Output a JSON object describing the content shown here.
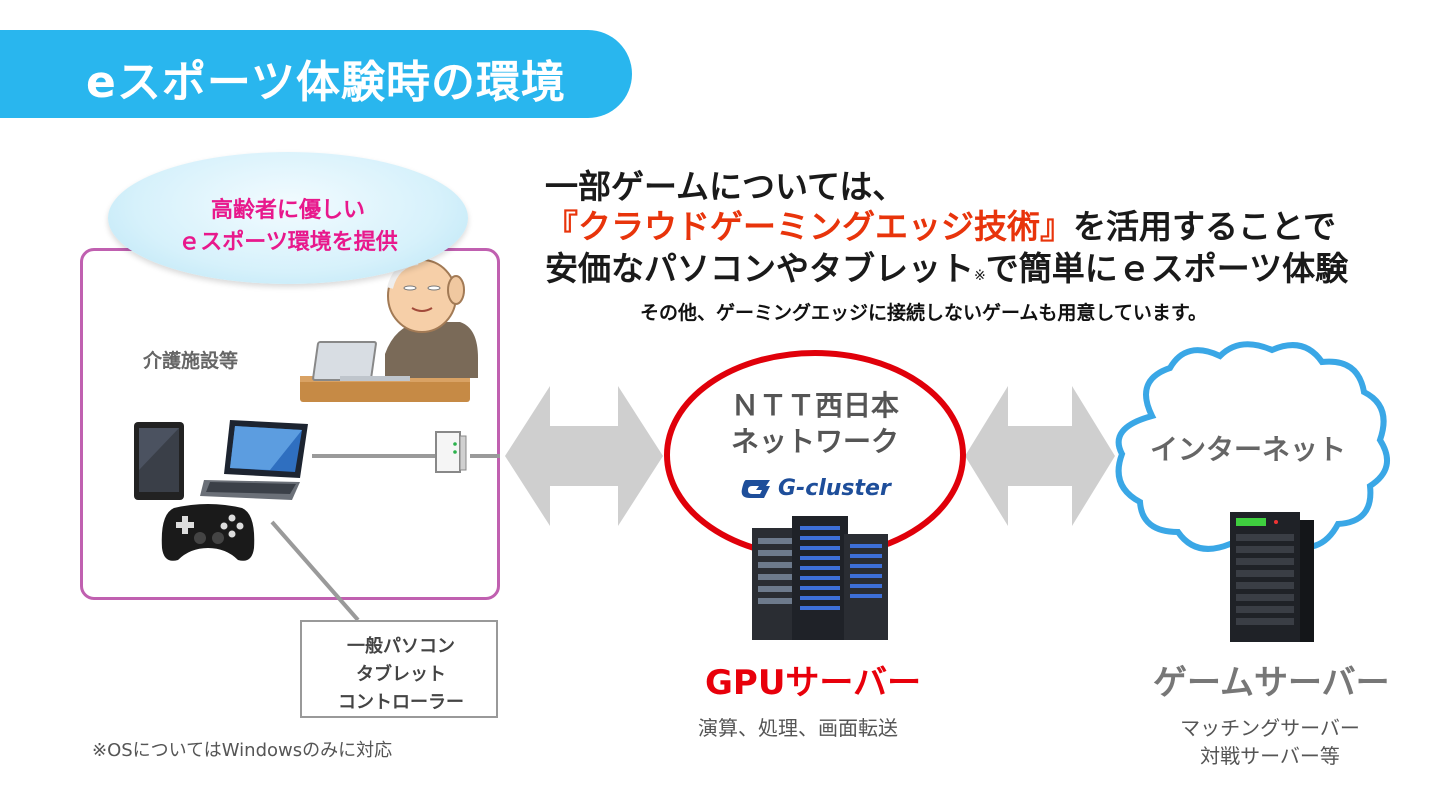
{
  "title": "eスポーツ体験時の環境",
  "headline": {
    "line1": "一部ゲームについては、",
    "line2_highlight": "『クラウドゲーミングエッジ技術』",
    "line2_rest": "を活用することで",
    "line3_a": "安価なパソコンやタブレット",
    "line3_mark": "※",
    "line3_b": "で簡単にｅスポーツ体験"
  },
  "subnote": "その他、ゲーミングエッジに接続しないゲームも用意しています。",
  "facility": {
    "bubble_line1": "高齢者に優しい",
    "bubble_line2": "ｅスポーツ環境を提供",
    "label": "介護施設等",
    "devices": [
      "一般パソコン",
      "タブレット",
      "コントローラー"
    ],
    "os_note": "※OSについてはWindowsのみに対応"
  },
  "ntt": {
    "line1": "ＮＴＴ西日本",
    "line2": "ネットワーク",
    "logo": "G-cluster"
  },
  "gpu_server": {
    "title": "GPUサーバー",
    "subtitle": "演算、処理、画面転送"
  },
  "internet": {
    "label": "インターネット"
  },
  "game_server": {
    "title": "ゲームサーバー",
    "sub1": "マッチングサーバー",
    "sub2": "対戦サーバー等"
  },
  "colors": {
    "title_bg": "#29b6ee",
    "highlight": "#e8340b",
    "bubble_text": "#e8188c",
    "gpu_title": "#e8000b",
    "ntt_ring": "#e0000a",
    "facility_border": "#c060b0",
    "cloud_border": "#3aa7e6"
  },
  "icons": [
    "elderly-user-icon",
    "laptop-icon",
    "tablet-icon",
    "gamepad-icon",
    "router-icon",
    "server-rack-icon",
    "game-server-tower-icon",
    "cloud-icon",
    "double-arrow-icon"
  ]
}
